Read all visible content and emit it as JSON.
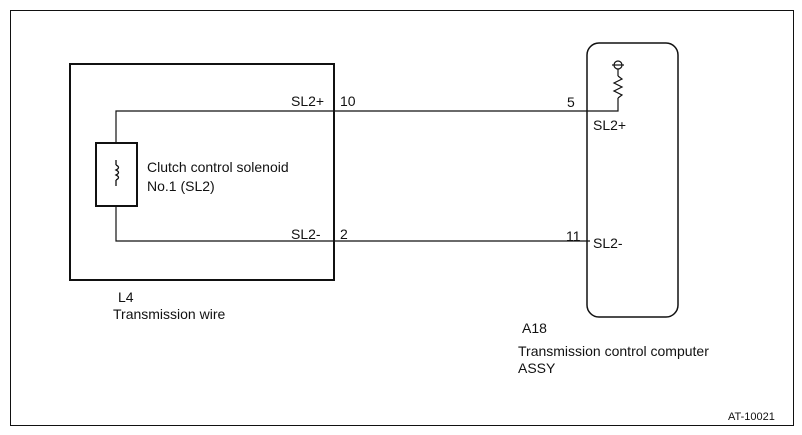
{
  "left_component": {
    "code": "L4",
    "name": "Transmission wire",
    "solenoid_label_line1": "Clutch control solenoid",
    "solenoid_label_line2": "No.1 (SL2)",
    "pin_top_signal": "SL2+",
    "pin_top_number": "10",
    "pin_bottom_signal": "SL2-",
    "pin_bottom_number": "2"
  },
  "right_component": {
    "code": "A18",
    "name_line1": "Transmission control computer",
    "name_line2": "ASSY",
    "pin_top_number": "5",
    "pin_top_signal": "SL2+",
    "pin_bottom_number": "11",
    "pin_bottom_signal": "SL2-"
  },
  "figure_id": "AT-10021",
  "colors": {
    "line": "#111111",
    "background": "#ffffff"
  }
}
